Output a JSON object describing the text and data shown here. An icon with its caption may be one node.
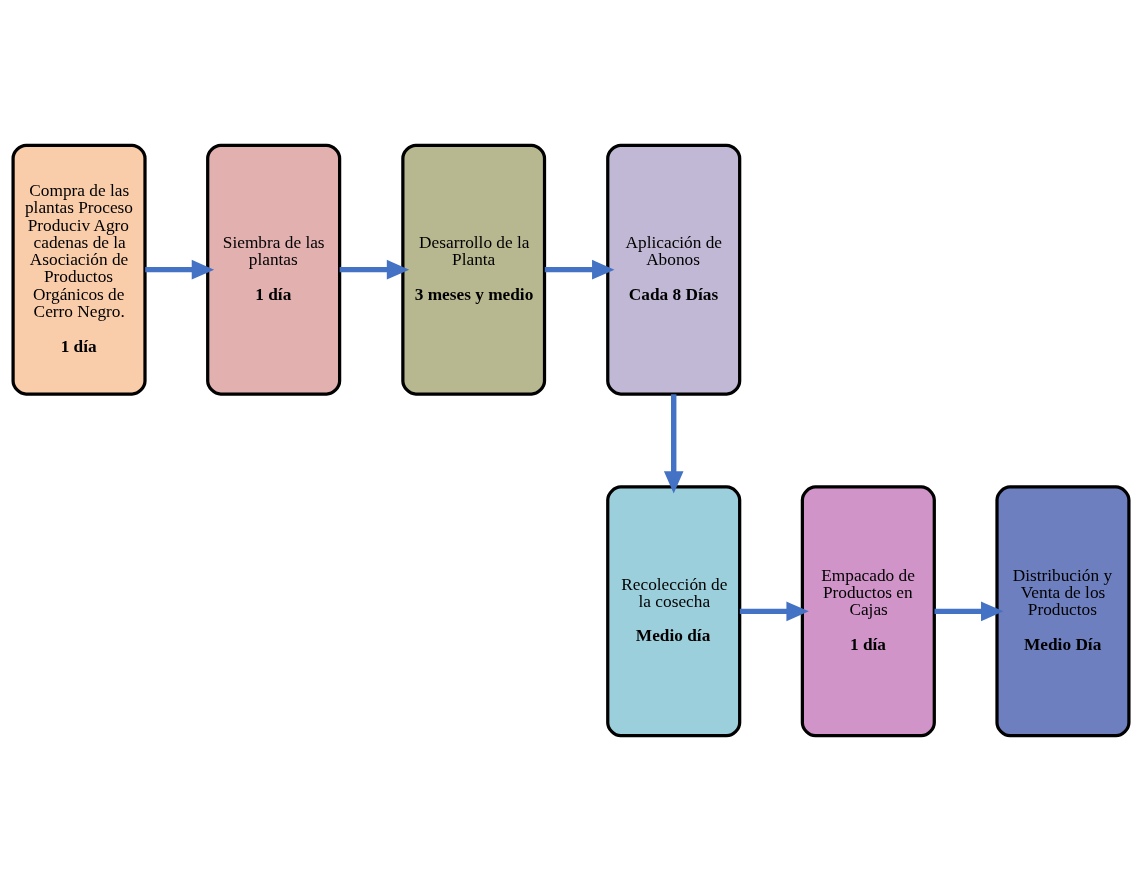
{
  "diagram": {
    "nodes": [
      {
        "text": [
          "Compra de las plantas Proceso Produciv Agro cadenas de la Asociación de Productos Orgánicos de Cerro Negro.",
          "1 día"
        ]
      },
      {
        "text": [
          "Siembra de las plantas",
          "1 día"
        ]
      },
      {
        "text": [
          "Desarrollo de la Planta",
          "3 meses y medio"
        ]
      },
      {
        "text": [
          "Aplicación de Abonos",
          "Cada 8 Días"
        ]
      },
      {
        "text": [
          "Recolección de la cosecha",
          "Medio día"
        ]
      },
      {
        "text": [
          "Empacado de Productos en Cajas",
          "1 día"
        ]
      },
      {
        "text": [
          "Distribución y Venta de los Productos",
          "Medio Día"
        ]
      }
    ],
    "edges": [
      {
        "from": 0,
        "to": 1,
        "arrow": "to"
      },
      {
        "from": 1,
        "to": 2,
        "arrow": "to"
      },
      {
        "from": 2,
        "to": 3,
        "arrow": "to"
      },
      {
        "from": 3,
        "to": 4,
        "arrow": "to"
      },
      {
        "from": 4,
        "to": 5,
        "arrow": "to"
      },
      {
        "from": 5,
        "to": 6,
        "arrow": "to"
      }
    ]
  }
}
